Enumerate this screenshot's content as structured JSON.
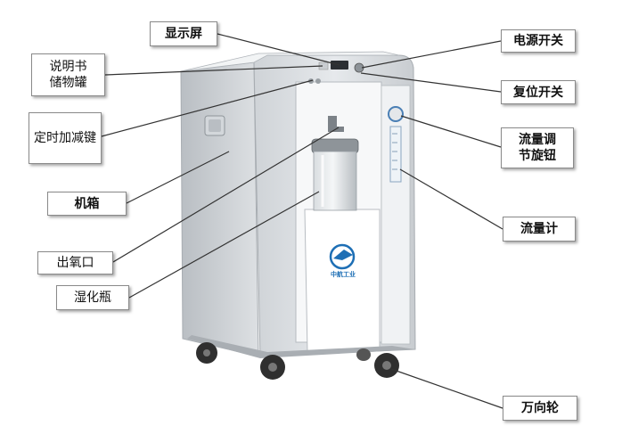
{
  "labels": {
    "display_screen": "显示屏",
    "manual_storage": "说明书\n储物罐",
    "timer_buttons": "定时加减键",
    "cabinet": "机箱",
    "oxygen_outlet": "出氧口",
    "humidifier_bottle": "湿化瓶",
    "power_switch": "电源开关",
    "reset_switch": "复位开关",
    "flow_knob": "流量调\n节旋钮",
    "flowmeter": "流量计",
    "caster_wheel": "万向轮"
  },
  "device": {
    "brand": "中航工业",
    "body_color": "#e9ecef",
    "panel_color": "#ffffff",
    "accent_color": "#1e6fb5",
    "wheel_color": "#2f2f2f"
  }
}
